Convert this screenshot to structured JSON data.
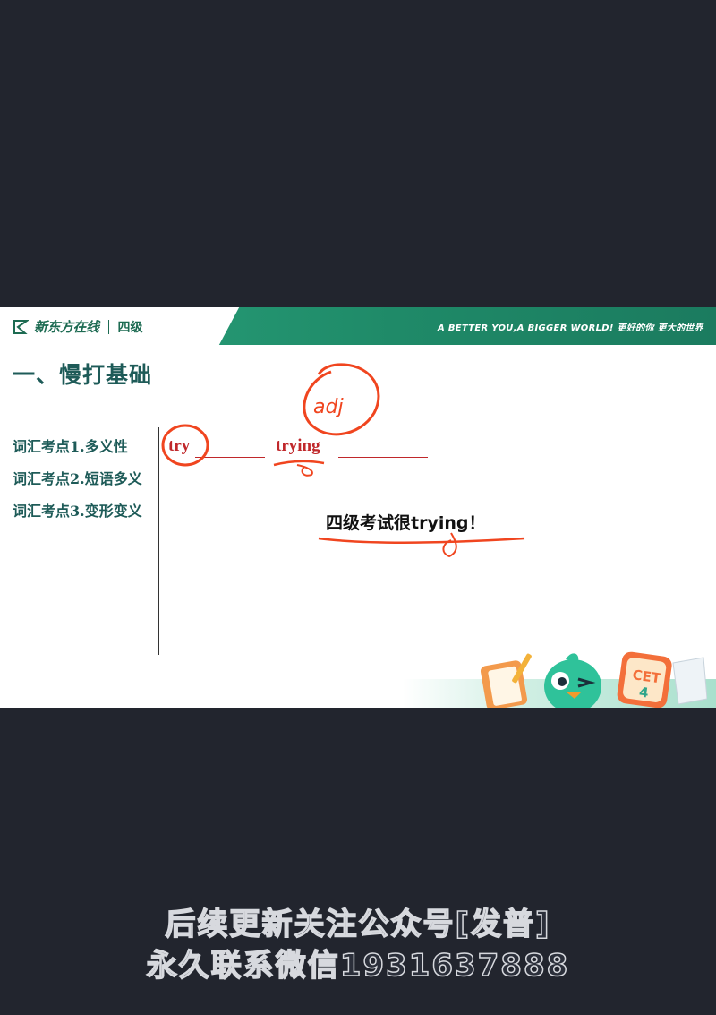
{
  "header": {
    "logo_text": "新东方在线",
    "level": "四级",
    "slogan": "A BETTER YOU,A BIGGER WORLD!  更好的你 更大的世界"
  },
  "section_title": "一、慢打基础",
  "points": [
    "词汇考点1.多义性",
    "词汇考点2.短语多义",
    "词汇考点3.变形变义"
  ],
  "words": {
    "word1": "try",
    "word2": "trying"
  },
  "sentence": "四级考试很trying！",
  "annotation": {
    "handwritten_note": "adj"
  },
  "mascot": {
    "badge_top": "CET",
    "badge_bottom": "4"
  },
  "watermark": {
    "line1": "后续更新关注公众号[发普]",
    "line2": "永久联系微信1931637888"
  },
  "colors": {
    "header_green": "#1f8a68",
    "title_teal": "#1e5b58",
    "keyword_red": "#c0282b",
    "ink_orange": "#f0451f",
    "background": "#22252e"
  }
}
